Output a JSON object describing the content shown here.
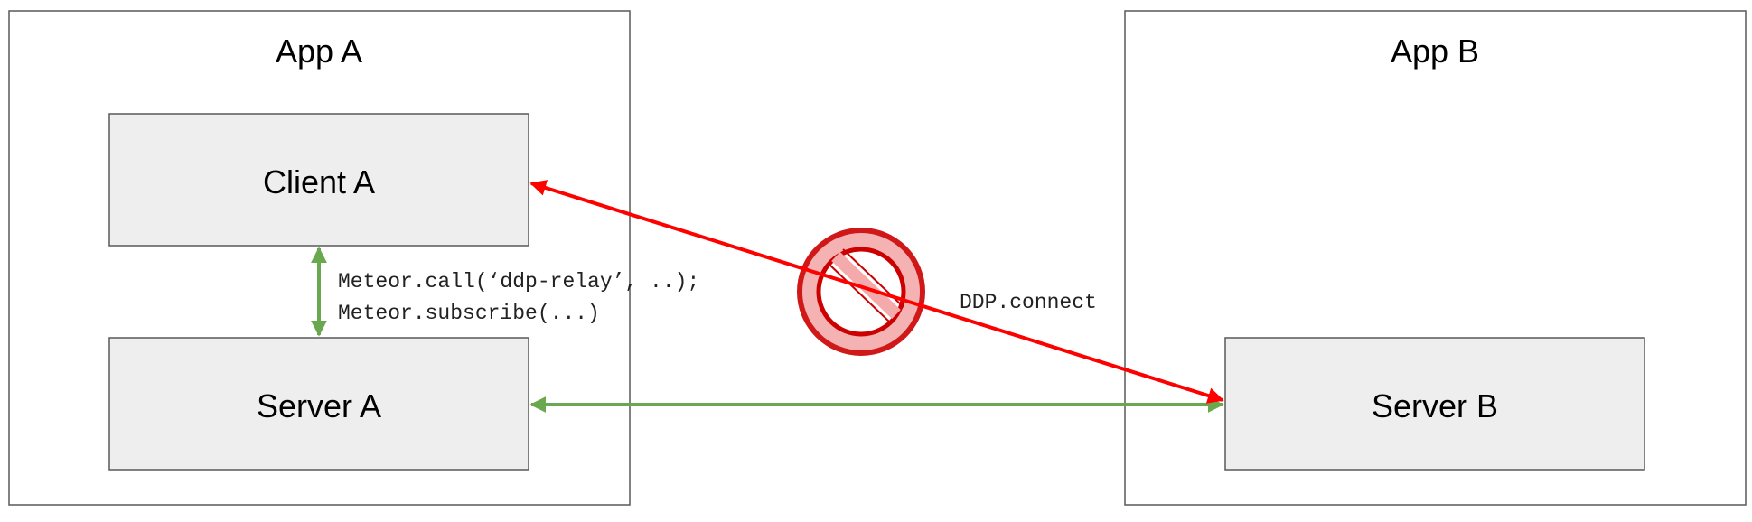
{
  "app_a": {
    "title": "App A"
  },
  "app_b": {
    "title": "App B"
  },
  "client_a": {
    "label": "Client A"
  },
  "server_a": {
    "label": "Server A"
  },
  "server_b": {
    "label": "Server B"
  },
  "local_calls": {
    "line1": "Meteor.call(‘ddp-relay’, ..);",
    "line2": "Meteor.subscribe(...)"
  },
  "ddp_connect": {
    "label": "DDP.connect"
  },
  "colors": {
    "allowed": "#6aa84f",
    "blocked": "#ff0000",
    "prohibited_fill": "#f4aaaa",
    "prohibited_stroke": "#cc0000",
    "box_fill": "#eeeeee",
    "box_stroke": "#595959",
    "frame_stroke": "#595959"
  },
  "icons": {
    "prohibited": "prohibited-icon"
  }
}
